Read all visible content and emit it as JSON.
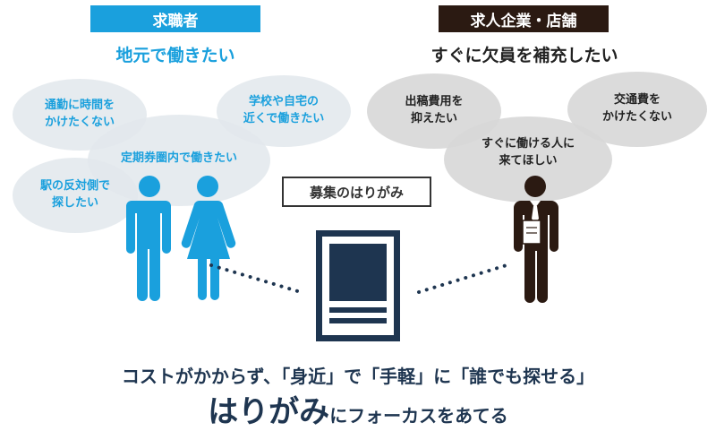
{
  "seeker": {
    "label": "求職者",
    "headline": "地元で働きたい",
    "bubbles": [
      "通勤に時間を\nかけたくない",
      "学校や自宅の\n近くで働きたい",
      "定期券圏内で働きたい",
      "駅の反対側で\n探したい"
    ]
  },
  "employer": {
    "label": "求人企業・店舗",
    "headline": "すぐに欠員を補充したい",
    "bubbles": [
      "出稿費用を\n抑えたい",
      "交通費を\nかけたくない",
      "すぐに働ける人に\n来てほしい"
    ]
  },
  "poster": {
    "label": "募集のはりがみ"
  },
  "bottom": {
    "line1": "コストがかからず、「身近」で「手軽」に「誰でも探せる」",
    "line2_big": "はりがみ",
    "line2_small": "にフォーカスをあてる"
  },
  "colors": {
    "seeker_accent": "#1aa0dd",
    "employer_dark": "#2b1a12",
    "navy": "#1e3550"
  },
  "icons": [
    "man-icon",
    "woman-icon",
    "businessman-icon",
    "poster-icon"
  ]
}
